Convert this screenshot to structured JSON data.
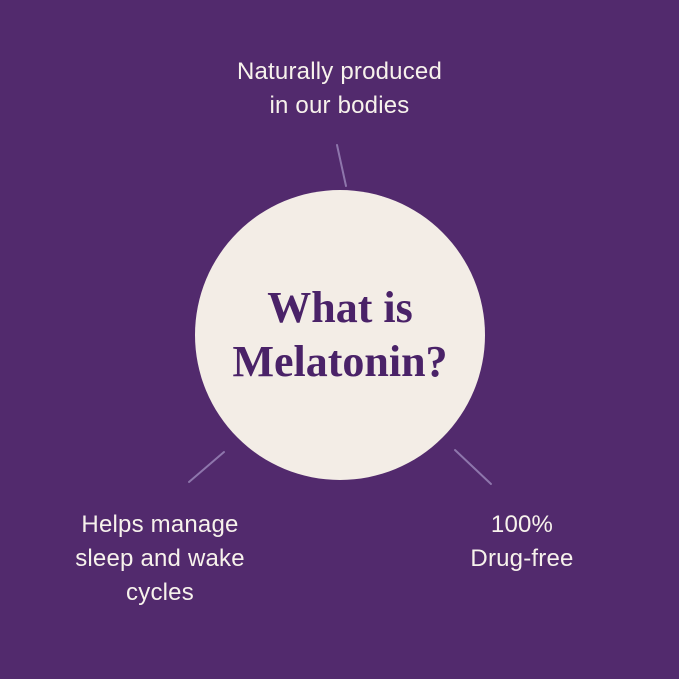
{
  "infographic": {
    "title": "What is\nMelatonin?",
    "labels": {
      "top": "Naturally produced\nin our bodies",
      "bottom_left": "Helps manage\nsleep and wake\ncycles",
      "bottom_right": "100%\nDrug-free"
    },
    "colors": {
      "background": "#522A6D",
      "circle": "#F3EDE6",
      "title_text": "#4A2268",
      "label_text": "#F7F2EC",
      "connector_line": "#8E76AC"
    }
  }
}
